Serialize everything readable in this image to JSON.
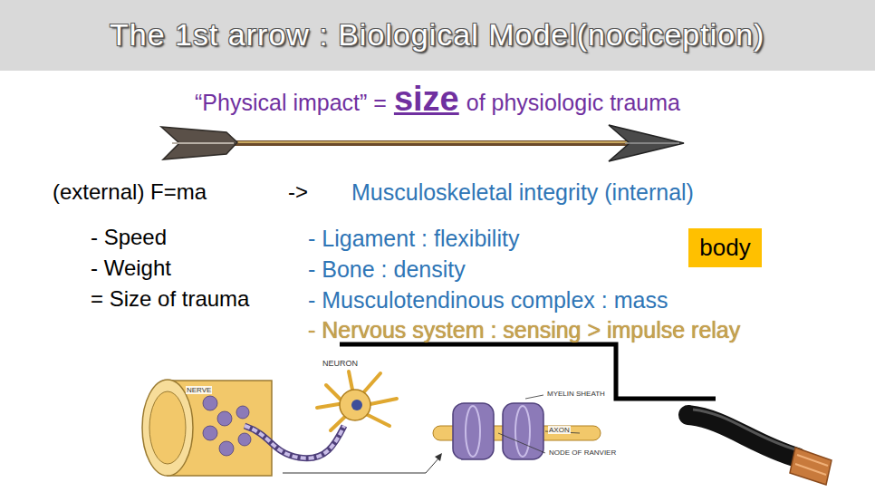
{
  "diagram": {
    "title": "The 1st arrow : Biological Model(nociception)",
    "nodes": [
      {
        "text": [
          "body"
        ]
      }
    ],
    "labels": [
      "“Physical impact” =",
      "size",
      "of physiologic trauma",
      "(external) F=ma",
      "->",
      "Musculoskeletal integrity (internal)",
      "- Speed",
      "- Weight",
      "= Size of trauma",
      "- Ligament : flexibility",
      "- Bone : density",
      "- Musculotendinous complex : mass",
      "- Nervous system : sensing > impulse relay",
      "NERVE",
      "NEURON",
      "MYELIN SHEATH",
      "AXON",
      "NODE OF RANVIER"
    ]
  }
}
